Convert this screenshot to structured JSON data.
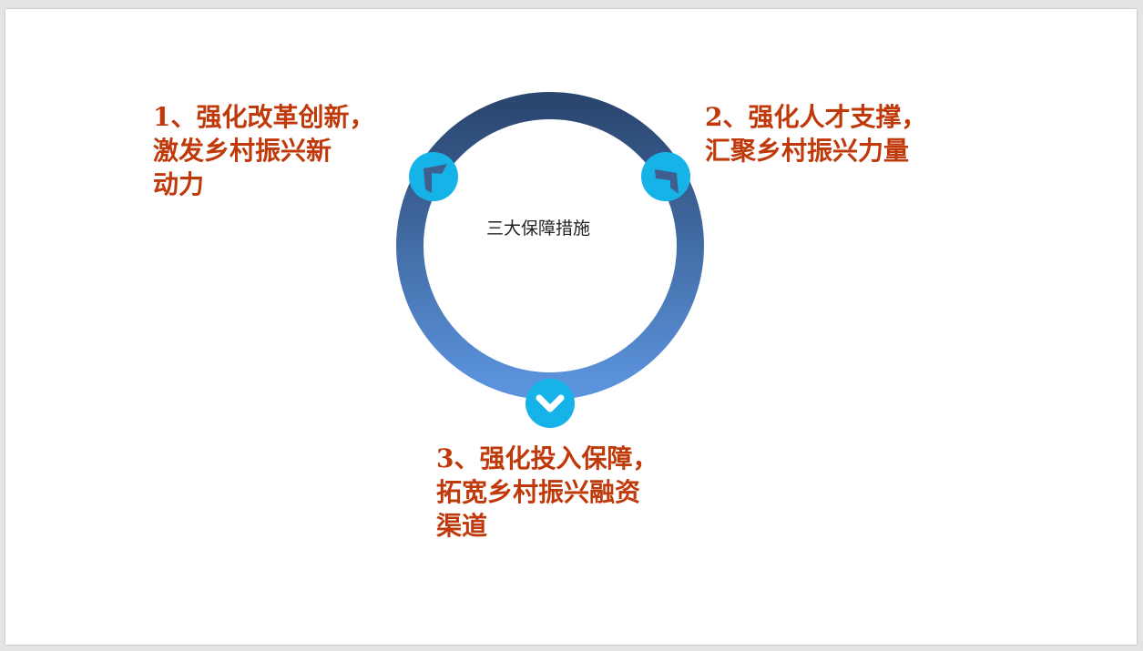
{
  "diagram": {
    "center_label": "三大保障措施",
    "items": [
      {
        "lines": [
          "1、强化改革创新，",
          "激发乡村振兴新",
          "动力"
        ]
      },
      {
        "lines": [
          "2、强化人才支撑，",
          "汇聚乡村振兴力量"
        ]
      },
      {
        "lines": [
          "3、强化投入保障，",
          "拓宽乡村振兴融资",
          "渠道"
        ]
      }
    ],
    "icons": [
      "arrow-up-left-icon",
      "arrow-down-right-icon",
      "chevron-down-icon"
    ]
  },
  "colors": {
    "text_accent": "#c0390b",
    "ring_top": "#2b4770",
    "ring_bottom": "#5b93dc",
    "badge": "#16b3e8",
    "icon_dark": "#3f5f8f",
    "icon_light": "#ffffff"
  }
}
